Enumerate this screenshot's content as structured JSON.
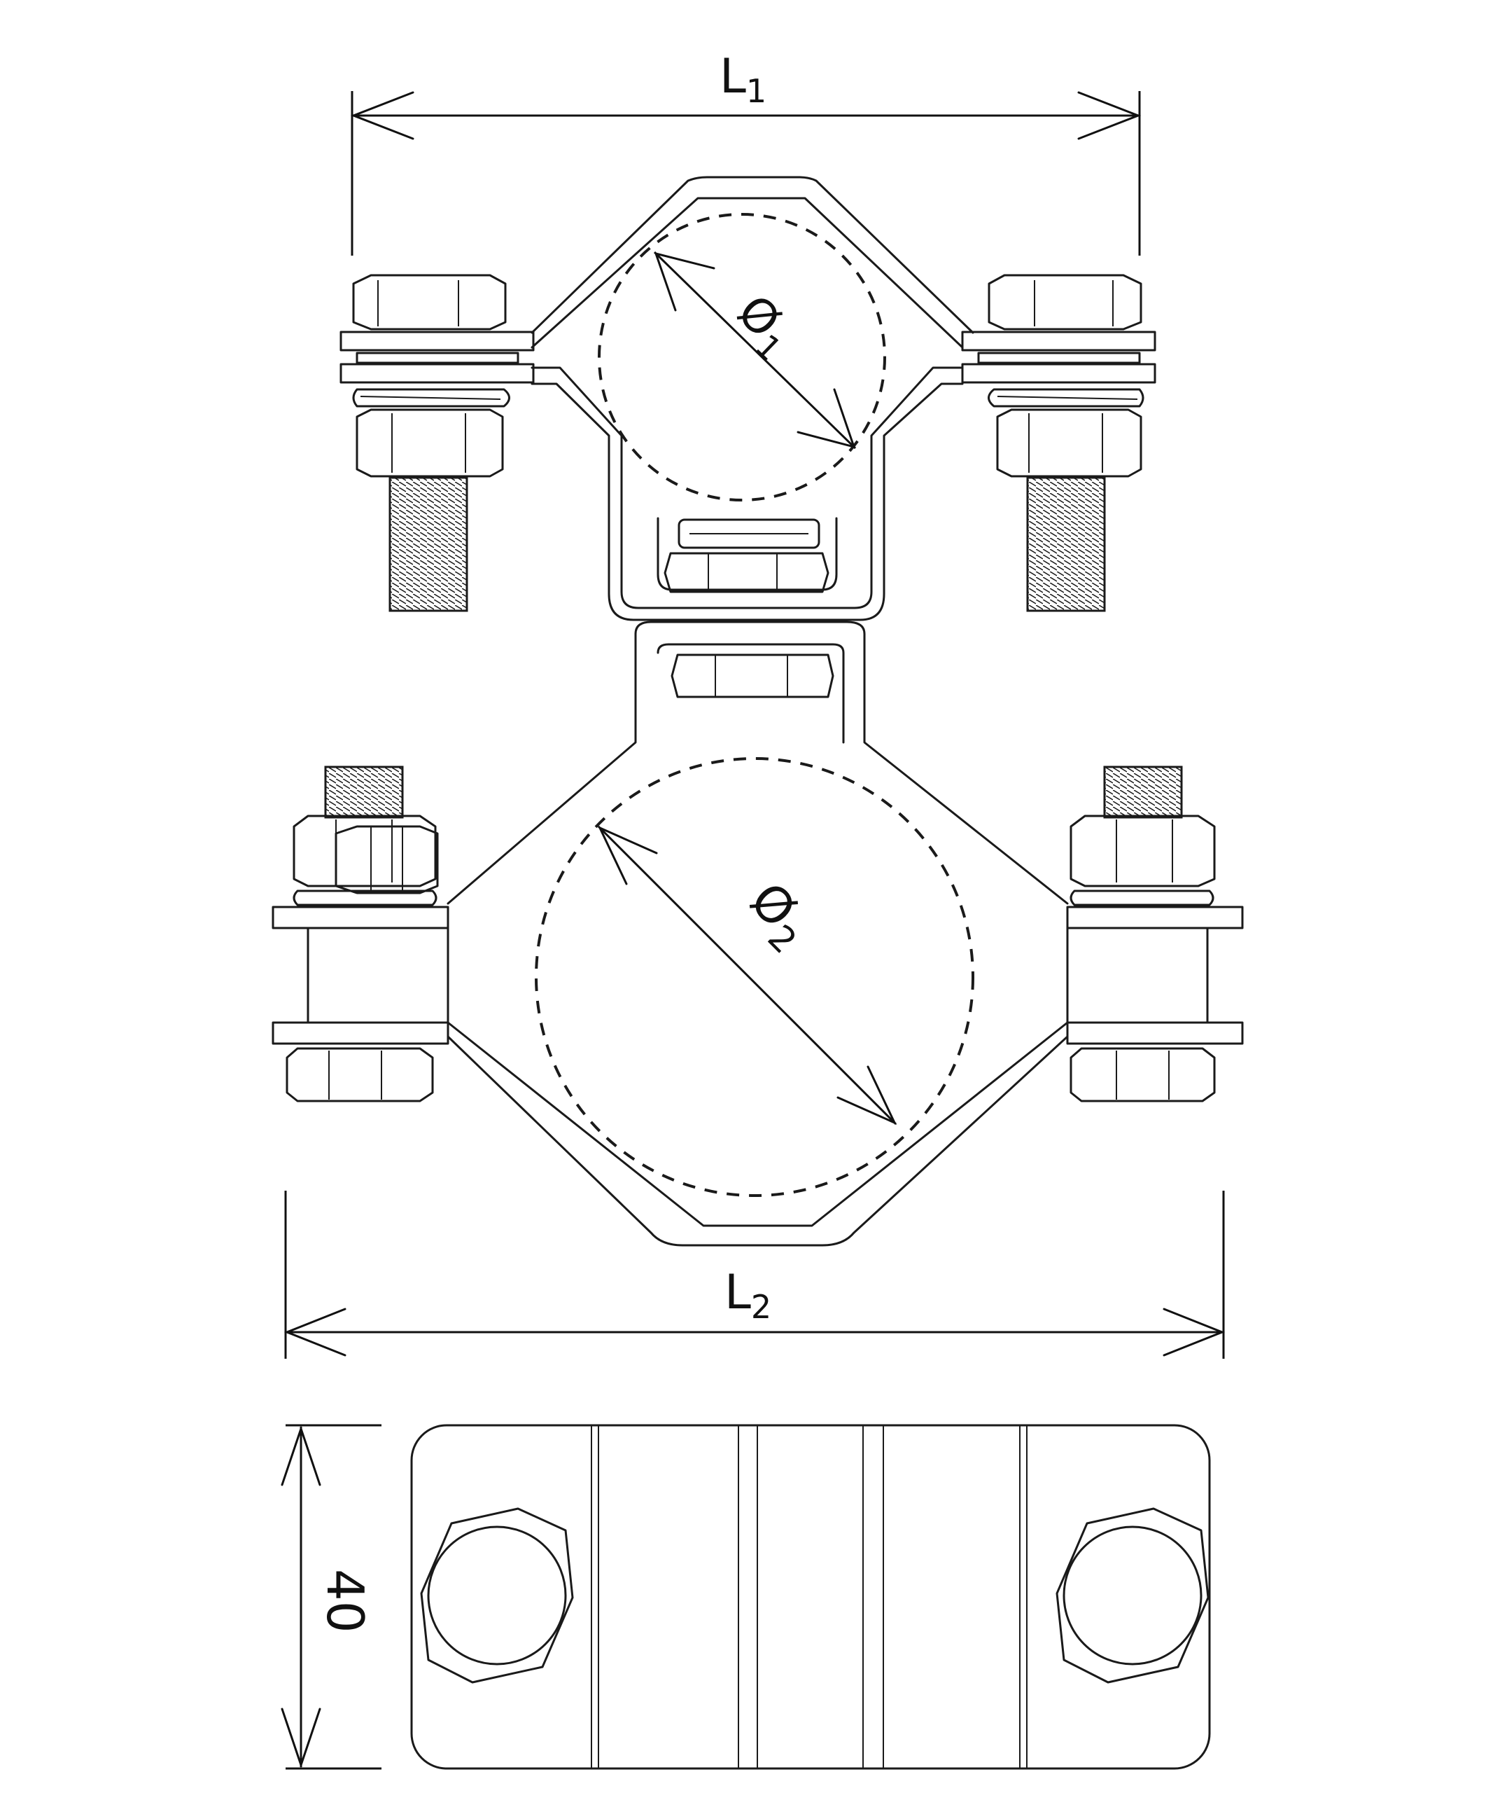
{
  "dimensions": {
    "L1": {
      "letter": "L",
      "sub": "1"
    },
    "D1": {
      "symbol": "Ø",
      "sub": "1"
    },
    "D2": {
      "symbol": "Ø",
      "sub": "2"
    },
    "L2": {
      "letter": "L",
      "sub": "2"
    },
    "width": {
      "value": "40"
    }
  },
  "colors": {
    "line": "#1a1a1a",
    "background": "#ffffff"
  }
}
